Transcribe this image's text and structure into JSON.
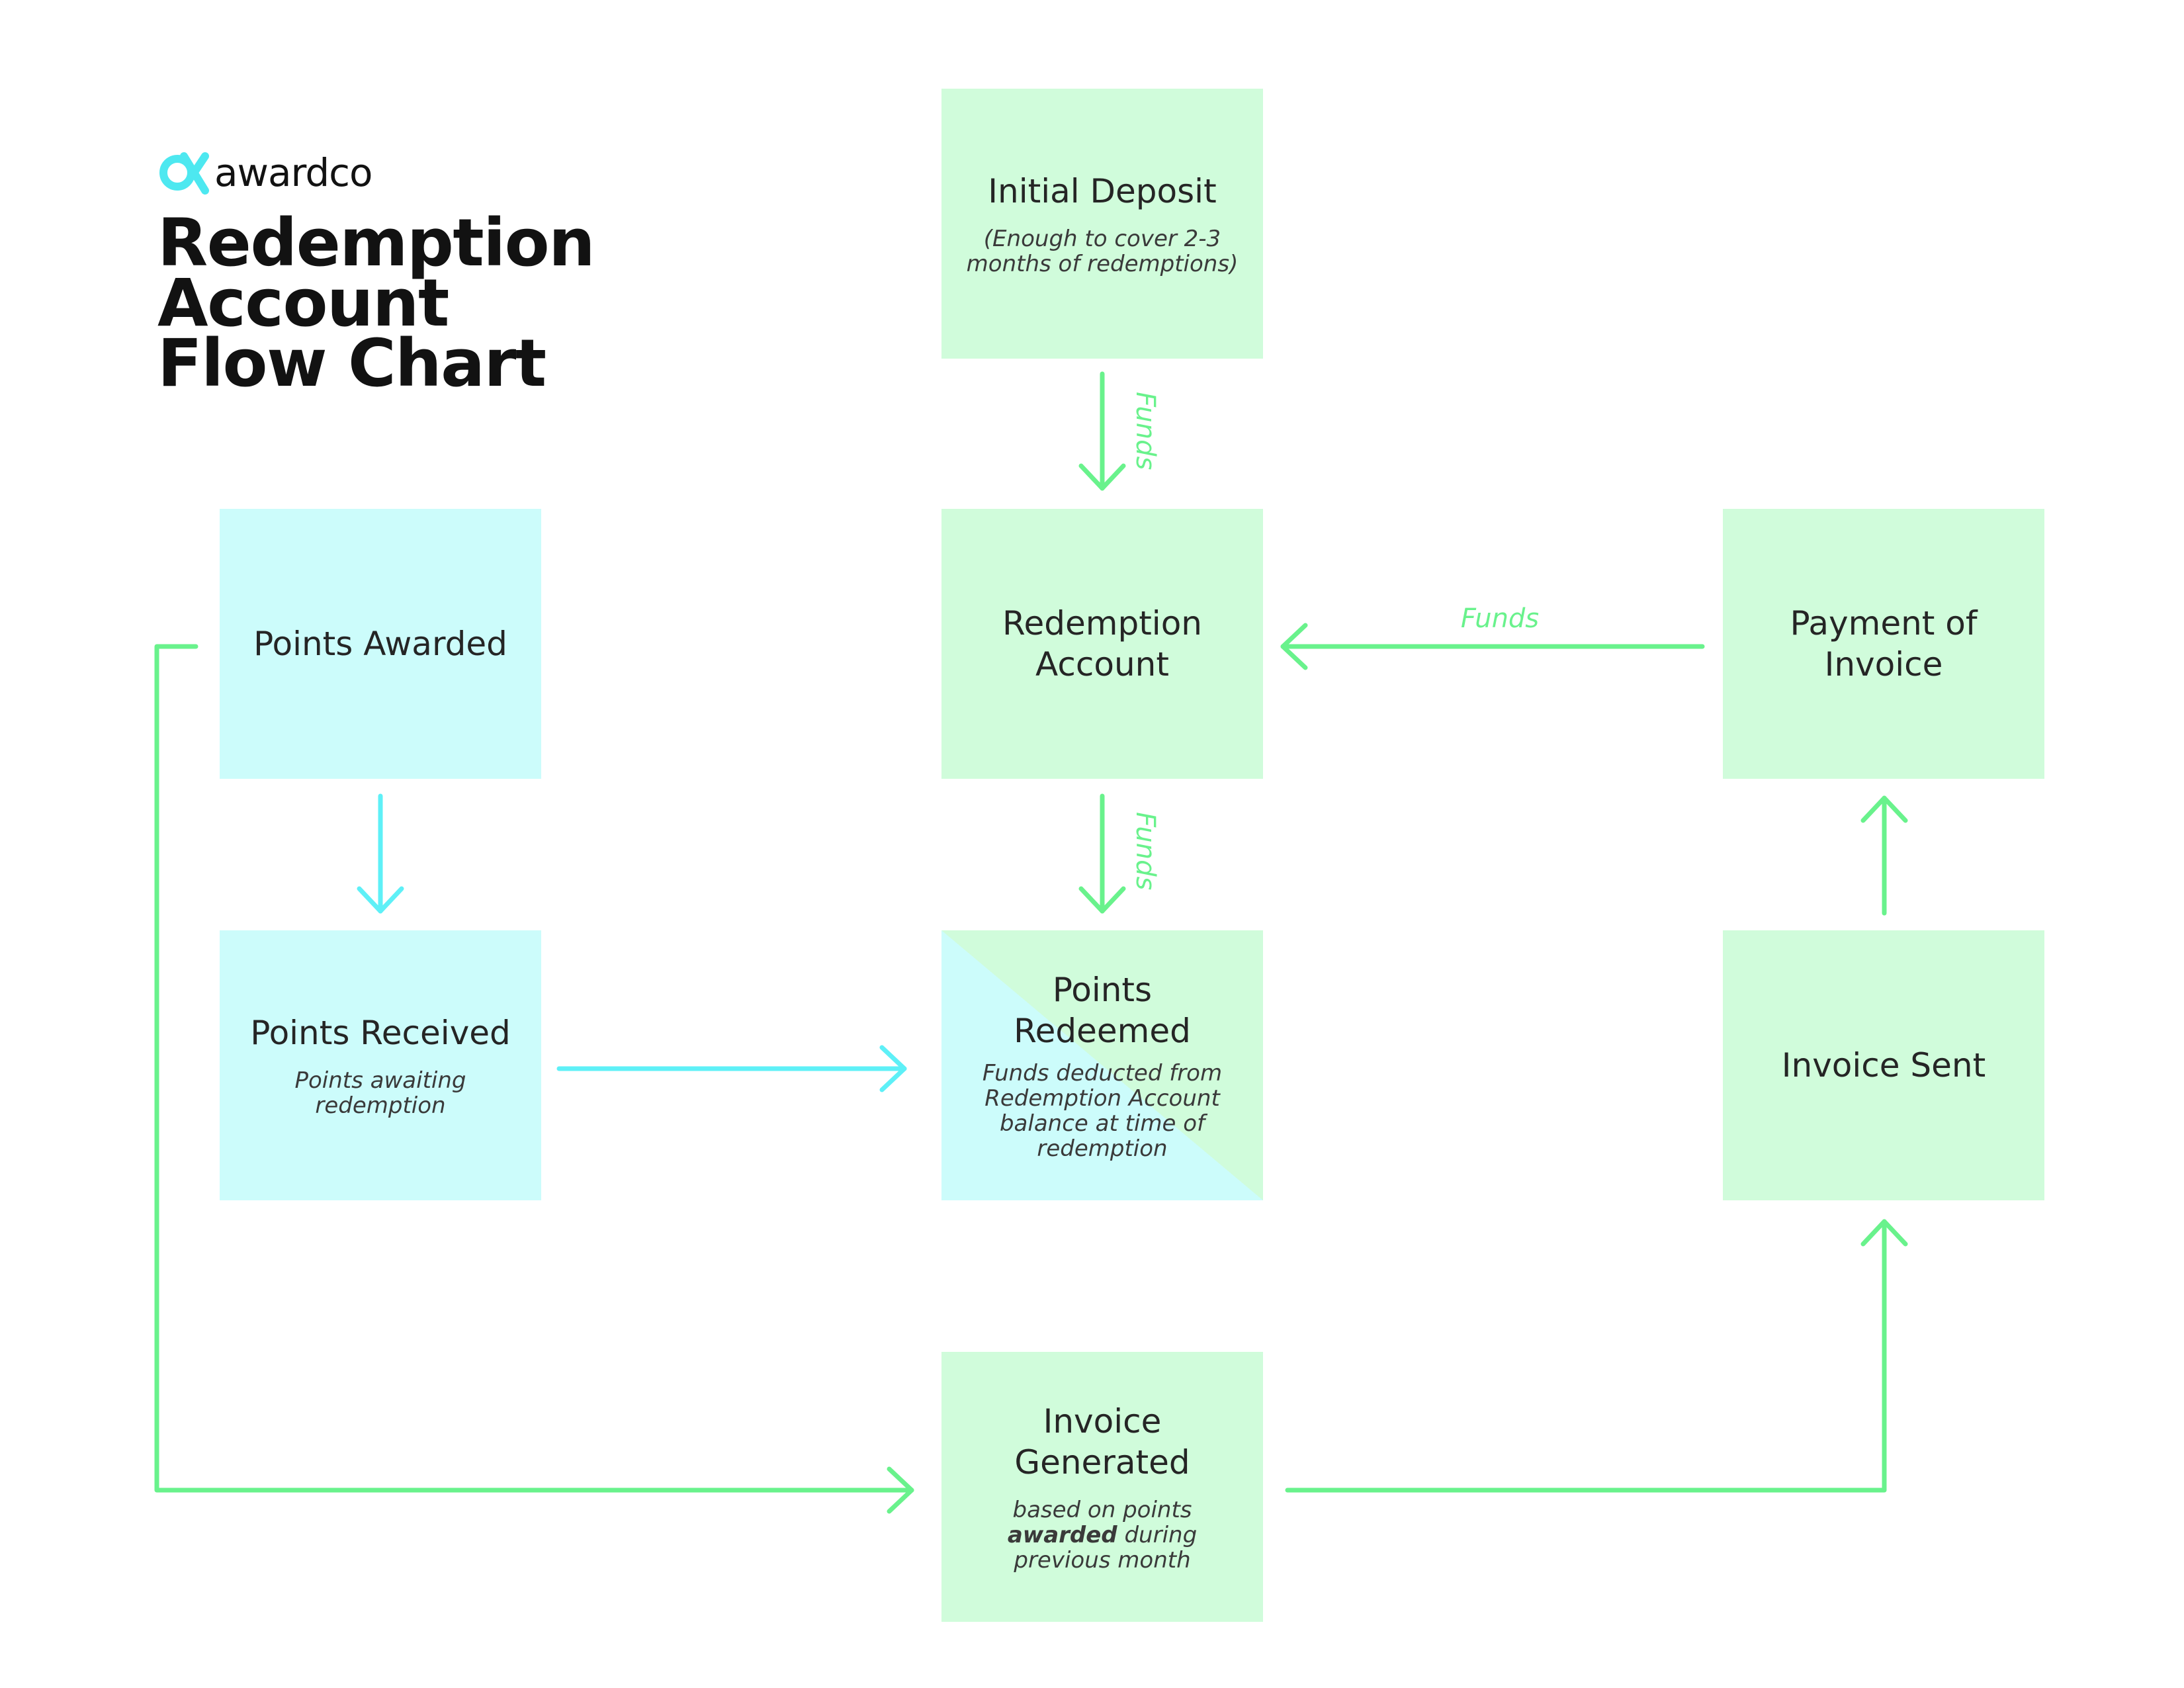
{
  "brand": {
    "name": "awardco",
    "logo_icon": "awardco-logo-icon",
    "logo_color": "#4de8f0"
  },
  "title": {
    "line1": "Redemption",
    "line2": "Account",
    "line3": "Flow Chart"
  },
  "colors": {
    "green_box": "#d0fcdb",
    "cyan_box": "#ccfcfb",
    "green_arrow": "#69f28c",
    "cyan_arrow": "#5ef0f7",
    "text": "#252525"
  },
  "nodes": {
    "initial_deposit": {
      "title": "Initial Deposit",
      "subtitle": "(Enough to cover 2-3 months of redemptions)"
    },
    "points_awarded": {
      "title": "Points Awarded"
    },
    "redemption_account": {
      "title": "Redemption Account"
    },
    "payment_of_invoice": {
      "title": "Payment of Invoice"
    },
    "points_received": {
      "title": "Points Received",
      "subtitle": "Points awaiting redemption"
    },
    "points_redeemed": {
      "title": "Points Redeemed",
      "subtitle": "Funds deducted from Redemption Account balance at time of redemption"
    },
    "invoice_sent": {
      "title": "Invoice Sent"
    },
    "invoice_generated": {
      "title": "Invoice Generated",
      "subtitle_before": "based on points ",
      "subtitle_bold": "awarded",
      "subtitle_after": " during previous month"
    }
  },
  "edges": {
    "deposit_to_account": "Funds",
    "account_to_redeemed": "Funds",
    "payment_to_account": "Funds"
  }
}
